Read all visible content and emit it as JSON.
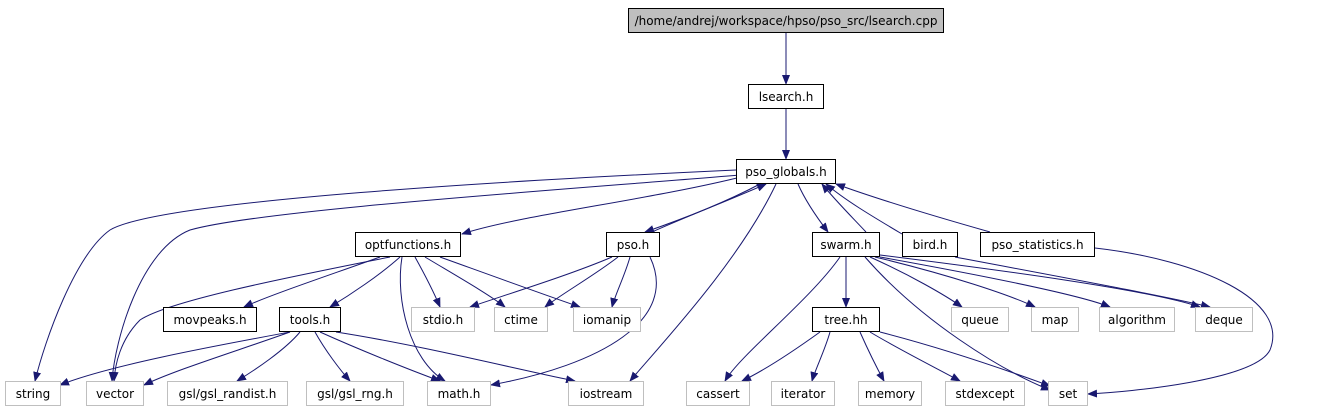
{
  "colors": {
    "edge": "#191970",
    "root_fill": "#bfbfbf",
    "external_border": "#bfbfbf",
    "node_border": "#000000"
  },
  "nodes": {
    "root": "/home/andrej/workspace/hpso/pso_src/lsearch.cpp",
    "lsearch_h": "lsearch.h",
    "pso_globals_h": "pso_globals.h",
    "optfunctions_h": "optfunctions.h",
    "pso_h": "pso.h",
    "swarm_h": "swarm.h",
    "bird_h": "bird.h",
    "pso_statistics_h": "pso_statistics.h",
    "movpeaks_h": "movpeaks.h",
    "tools_h": "tools.h",
    "stdio_h": "stdio.h",
    "ctime": "ctime",
    "iomanip": "iomanip",
    "tree_hh": "tree.hh",
    "queue": "queue",
    "map": "map",
    "algorithm": "algorithm",
    "deque": "deque",
    "string": "string",
    "vector": "vector",
    "gsl_randist_h": "gsl/gsl_randist.h",
    "gsl_rng_h": "gsl/gsl_rng.h",
    "math_h": "math.h",
    "iostream": "iostream",
    "cassert": "cassert",
    "iterator": "iterator",
    "memory": "memory",
    "stdexcept": "stdexcept",
    "set": "set"
  }
}
